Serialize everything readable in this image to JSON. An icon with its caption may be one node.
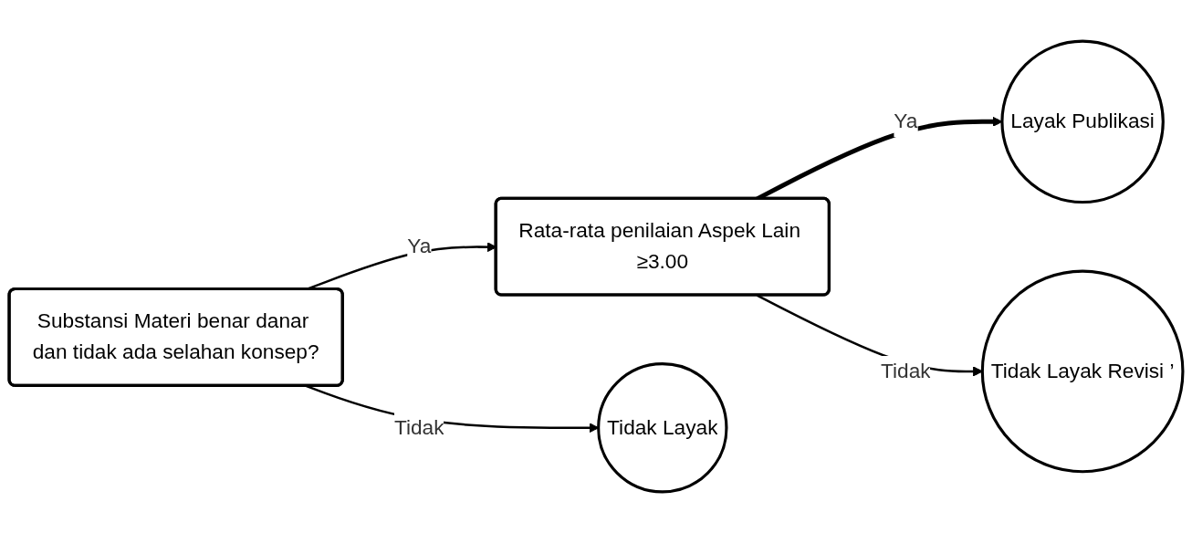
{
  "diagram": {
    "nodes": [
      {
        "text": [
          "Substansi Materi benar danar dan tidak ada selahan konsep?"
        ]
      },
      {
        "text": [
          "Rata-rata penilaian Aspek Lain ≥3.00"
        ]
      },
      {
        "text": [
          "Layak Publikasi"
        ]
      },
      {
        "text": [
          "Tidak Layak"
        ]
      },
      {
        "text": [
          "Tidak Layak Revisi ’"
        ]
      }
    ],
    "edges": [
      {
        "from": 0,
        "to": 1,
        "arrow": "to",
        "label": "Ya"
      },
      {
        "from": 1,
        "to": 2,
        "arrow": "to",
        "label": "Ya",
        "style": "thick"
      },
      {
        "from": 0,
        "to": 3,
        "arrow": "to",
        "label": "Tidak"
      },
      {
        "from": 1,
        "to": 4,
        "arrow": "to",
        "label": "Tidak"
      }
    ]
  }
}
